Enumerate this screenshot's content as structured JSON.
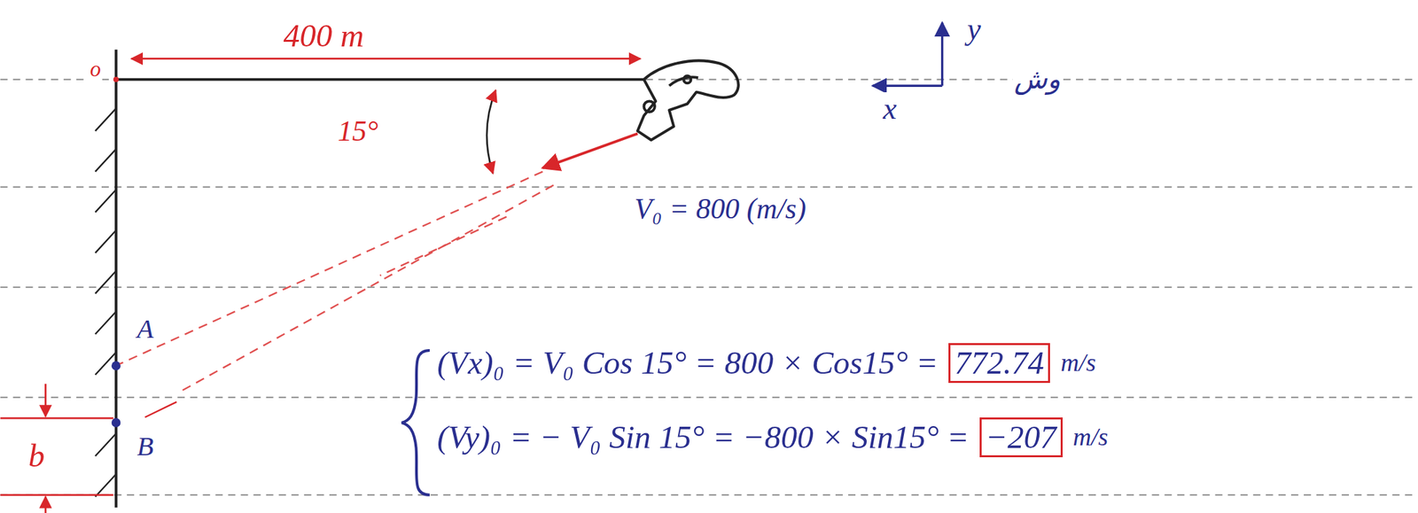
{
  "diagram": {
    "labels": [
      "400 m",
      "o",
      "y",
      "x",
      "وش",
      "15°",
      "V₀ = 800 (m/s)",
      "A",
      "B",
      "b",
      "(Vx)₀ = V₀ Cos 15° = 800 × Cos15° =",
      "772.74",
      "m/s",
      "(Vy)₀ = − V₀ Sin 15° = −800 × Sin15° =",
      "−207",
      "m/s"
    ]
  }
}
